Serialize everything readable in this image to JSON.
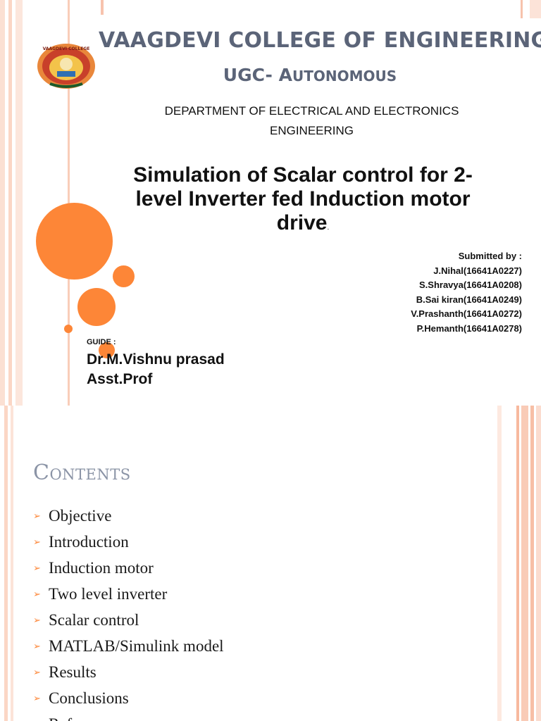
{
  "slide1": {
    "logo": {
      "text": "VAAGDEVI COLLEGE"
    },
    "college_name": "VAAGDEVI COLLEGE OF ENGINEERING",
    "ugc_prefix": "UGC-",
    "ugc_a": "A",
    "ugc_rest": "UTONOMOUS",
    "department_line1": "DEPARTMENT OF ELECTRICAL AND ELECTRONICS",
    "department_line2": "ENGINEERING",
    "title_line1": "Simulation of Scalar control for 2-",
    "title_line2": "level Inverter fed Induction motor",
    "title_line3": "drive",
    "title_dot": ".",
    "submitted_label": "Submitted by :",
    "students": [
      "J.Nihal(16641A0227)",
      "S.Shravya(16641A0208)",
      "B.Sai kiran(16641A0249)",
      "V.Prashanth(16641A0272)",
      "P.Hemanth(16641A0278)"
    ],
    "guide_label": "GUIDE :",
    "guide_name": "Dr.M.Vishnu prasad",
    "guide_designation": "Asst.Prof"
  },
  "slide2": {
    "heading": "Contents",
    "bullet_glyph": "➢",
    "items": [
      "Objective",
      "Introduction",
      "Induction motor",
      "Two level inverter",
      "Scalar control",
      "MATLAB/Simulink model",
      "Results",
      "Conclusions",
      "References"
    ]
  },
  "colors": {
    "accent_orange": "#fd8637",
    "stripe_pink": "#f8c9b6",
    "heading_slate": "#5b6478",
    "heading_grey": "#8b94a6"
  }
}
